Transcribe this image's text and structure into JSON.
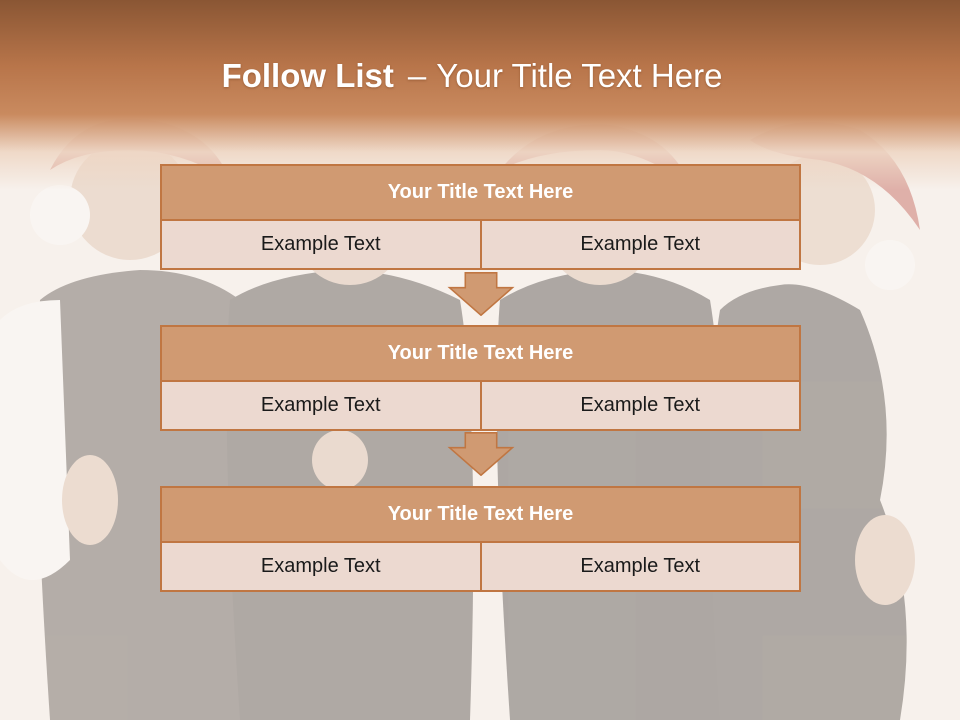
{
  "slide": {
    "title_bold": "Follow List",
    "title_dash": "–",
    "title_rest": "Your Title Text Here"
  },
  "colors": {
    "header_dark": "#8a5634",
    "header_light": "#c98a5f",
    "box_head": "#d09a72",
    "box_border": "#c07642",
    "box_body": "#ecd9d0"
  },
  "steps": [
    {
      "title": "Your Title Text Here",
      "left": "Example Text",
      "right": "Example Text"
    },
    {
      "title": "Your Title Text Here",
      "left": "Example Text",
      "right": "Example Text"
    },
    {
      "title": "Your Title Text Here",
      "left": "Example Text",
      "right": "Example Text"
    }
  ]
}
